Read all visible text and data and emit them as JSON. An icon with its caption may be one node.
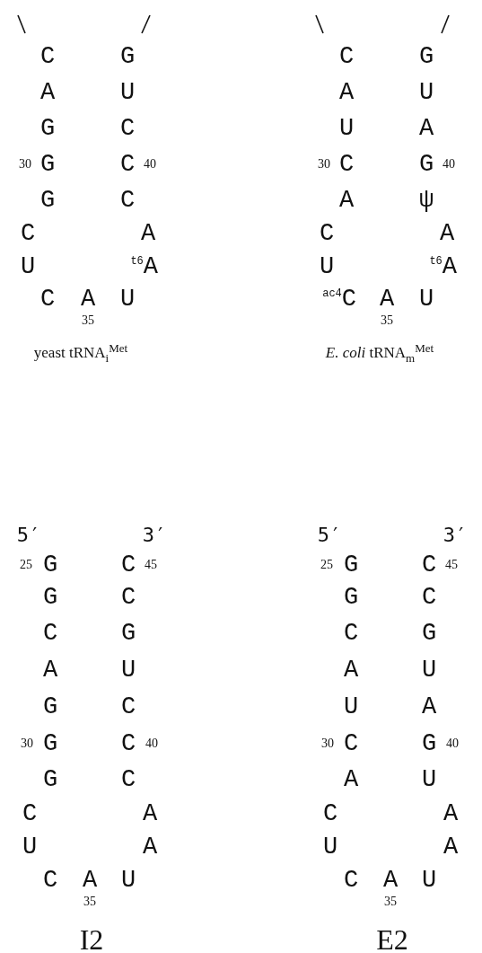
{
  "diagram": {
    "labels": [
      "C",
      "G",
      "A",
      "U",
      "G",
      "C",
      "30",
      "G",
      "C",
      "40",
      "G",
      "C",
      "C",
      "A",
      "U",
      "$^{t6}$A",
      "C",
      "A",
      "U",
      "35",
      "yeast tRNA$_{i}$$^{Met}$",
      "C",
      "G",
      "A",
      "U",
      "U",
      "A",
      "30",
      "C",
      "G",
      "40",
      "A",
      "ψ",
      "C",
      "A",
      "U",
      "$^{t6}$A",
      "$^{ac4}$C",
      "A",
      "U",
      "35",
      "*E. coli* tRNA$_{m}$$^{Met}$",
      "5′",
      "3′",
      "25",
      "G",
      "C",
      "45",
      "G",
      "C",
      "C",
      "G",
      "A",
      "U",
      "G",
      "C",
      "30",
      "G",
      "C",
      "40",
      "G",
      "C",
      "C",
      "A",
      "U",
      "A",
      "C",
      "A",
      "U",
      "35",
      "I2",
      "5′",
      "3′",
      "25",
      "G",
      "C",
      "45",
      "G",
      "C",
      "C",
      "G",
      "A",
      "U",
      "U",
      "A",
      "30",
      "C",
      "G",
      "40",
      "A",
      "U",
      "C",
      "A",
      "U",
      "A",
      "C",
      "A",
      "U",
      "35",
      "E2"
    ]
  }
}
